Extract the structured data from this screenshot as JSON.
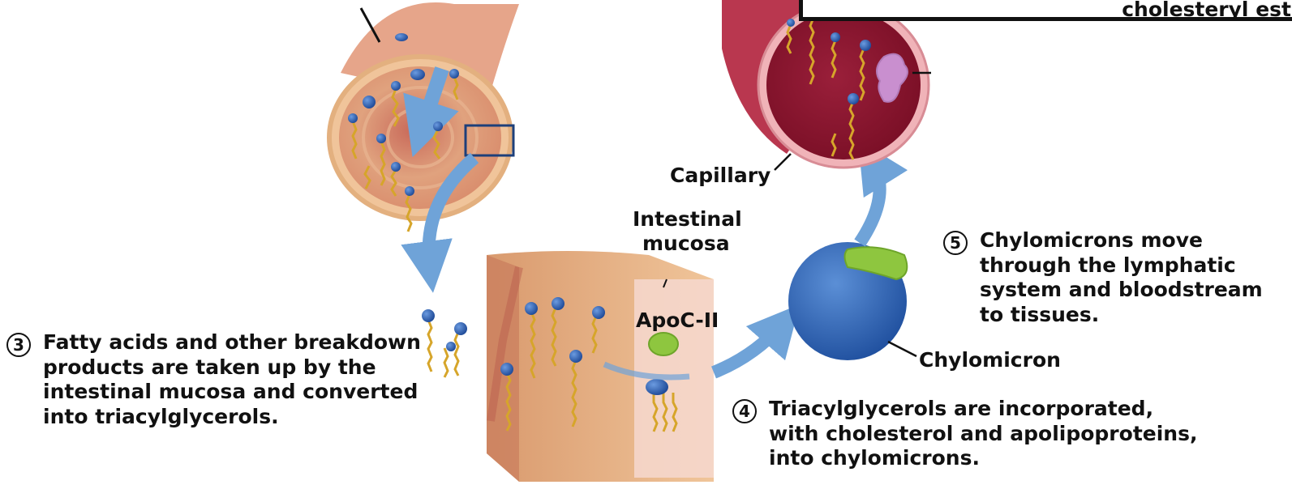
{
  "top_box_text": "cholesteryl est",
  "labels": {
    "capillary": "Capillary",
    "intestinal_mucosa": [
      "Intestinal",
      "mucosa"
    ],
    "apoc2": "ApoC-II",
    "chylomicron": "Chylomicron"
  },
  "steps": [
    {
      "number": "3",
      "lines": [
        "Fatty acids and other breakdown",
        "products are taken up by the",
        "intestinal mucosa and converted",
        "into triacylglycerols."
      ]
    },
    {
      "number": "4",
      "lines": [
        "Triacylglycerols are incorporated,",
        "with cholesterol and apolipoproteins,",
        "into chylomicrons."
      ]
    },
    {
      "number": "5",
      "lines": [
        "Chylomicrons move",
        "through the lymphatic",
        "system and bloodstream",
        "to tissues."
      ]
    }
  ],
  "colors": {
    "intestine_tissue": "#e9b88f",
    "intestine_inner": "#d27a68",
    "capillary": "#a72d45",
    "capillary_inner": "#8c1730",
    "lipid_head": "#2f63b6",
    "lipid_tail": "#d6a52a",
    "arrow": "#6fa3d8",
    "chylomicron": "#3f74c3",
    "apoc2": "#8ec63f",
    "cell_remnant": "#c98fcf"
  }
}
